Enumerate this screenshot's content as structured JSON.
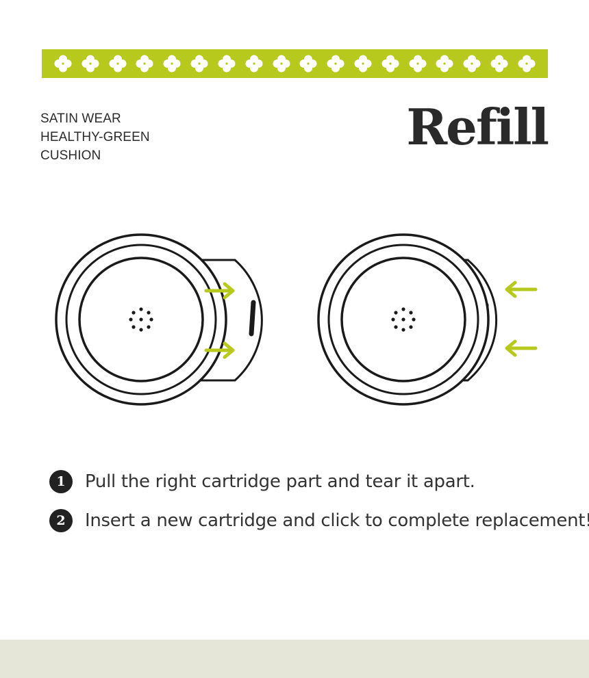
{
  "colors": {
    "accent": "#b7c91c",
    "footer": "#e6e6d8",
    "ink": "#1a1a1a"
  },
  "banner": {
    "pattern_icon": "clover-icon",
    "repeat_count": 18
  },
  "product": {
    "lines": [
      "SATIN WEAR",
      "HEALTHY-GREEN",
      "CUSHION"
    ]
  },
  "logo": {
    "text": "Refill"
  },
  "diagram": {
    "left_arrows": "arrow-right-icon",
    "right_arrows": "arrow-left-icon"
  },
  "steps": [
    {
      "number": "1",
      "text": "Pull the right cartridge part and tear it apart."
    },
    {
      "number": "2",
      "text": "Insert a new cartridge and click to complete replacement!"
    }
  ]
}
